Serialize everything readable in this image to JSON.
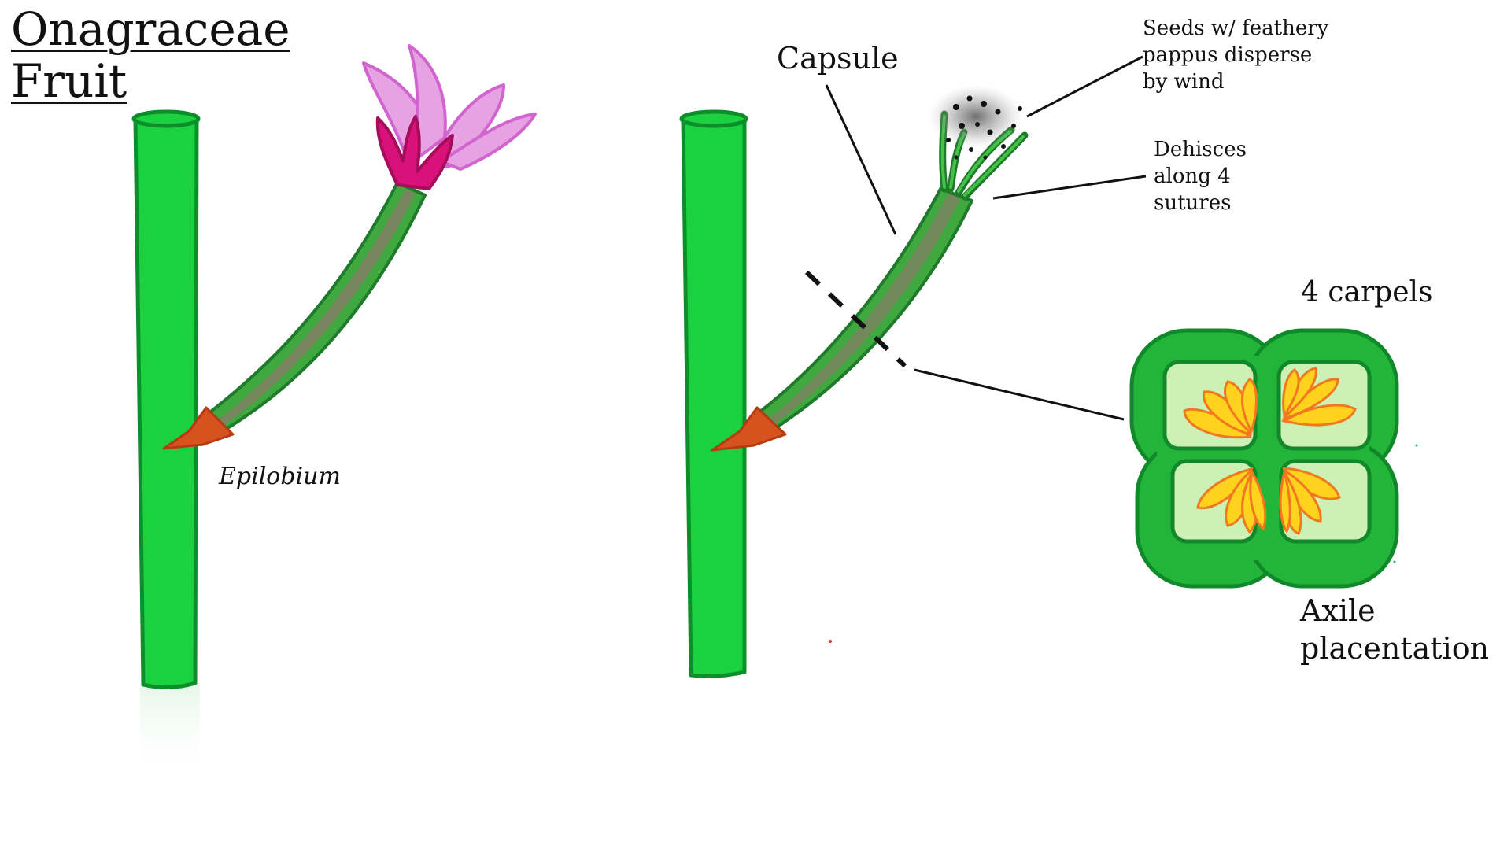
{
  "title": {
    "line1": "Onagraceae",
    "line2": "Fruit"
  },
  "left_plant": {
    "genus_label": "Epilobium"
  },
  "right_plant": {
    "capsule_label": "Capsule",
    "seeds_label": {
      "line1": "Seeds w/ feathery",
      "line2": "pappus disperse",
      "line3": "by wind"
    },
    "dehisce_label": {
      "line1": "Dehisces",
      "line2": "along 4",
      "line3": "sutures"
    }
  },
  "cross_section": {
    "carpels_label": "4 carpels",
    "placentation_label": {
      "line1": "Axile",
      "line2": "placentation"
    }
  },
  "colors": {
    "stem": "#1bd13f",
    "stem_outline": "#0c8f2a",
    "pedicel": "#3fa83f",
    "pedicel_inner": "#a56a78",
    "bract": "#d6521e",
    "petal": "#e7a2e4",
    "petal_outline": "#d264d0",
    "sepal": "#d8127a",
    "capsule_wall": "#22b53a",
    "locule": "#cdf0b4",
    "seed": "#ffd21e",
    "seed_outline": "#f0781e",
    "pointer_line": "#111111"
  }
}
